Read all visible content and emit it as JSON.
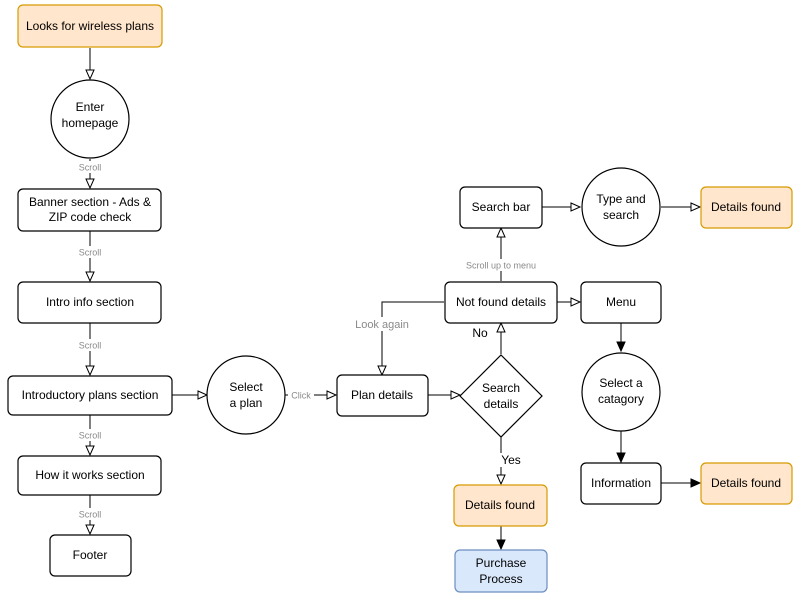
{
  "nodes": {
    "looks_for_plans": "Looks for wireless plans",
    "enter_homepage": [
      "Enter",
      "homepage"
    ],
    "banner_section": [
      "Banner section - Ads &",
      "ZIP code check"
    ],
    "intro_info": "Intro info section",
    "introductory_plans": "Introductory plans section",
    "how_it_works": "How it works section",
    "footer": "Footer",
    "select_plan": [
      "Select",
      "a plan"
    ],
    "plan_details": "Plan details",
    "search_details": [
      "Search",
      "details"
    ],
    "details_found_1": "Details found",
    "purchase_process": [
      "Purchase",
      "Process"
    ],
    "not_found_details": "Not found details",
    "search_bar": "Search bar",
    "type_and_search": [
      "Type and",
      "search"
    ],
    "details_found_2": "Details found",
    "menu": "Menu",
    "select_category": [
      "Select a",
      "catagory"
    ],
    "information": "Information",
    "details_found_3": "Details found"
  },
  "edge_labels": {
    "scroll": "Scroll",
    "click": "Click",
    "look_again": "Look again",
    "scroll_up_to_menu": "Scroll up to menu",
    "no": "No",
    "yes": "Yes"
  },
  "colors": {
    "highlight_fill": "#ffe6cc",
    "highlight_stroke": "#d79b00",
    "final_fill": "#dae8fc",
    "final_stroke": "#6c8ebf",
    "edge_label": "#8a8a8a"
  }
}
